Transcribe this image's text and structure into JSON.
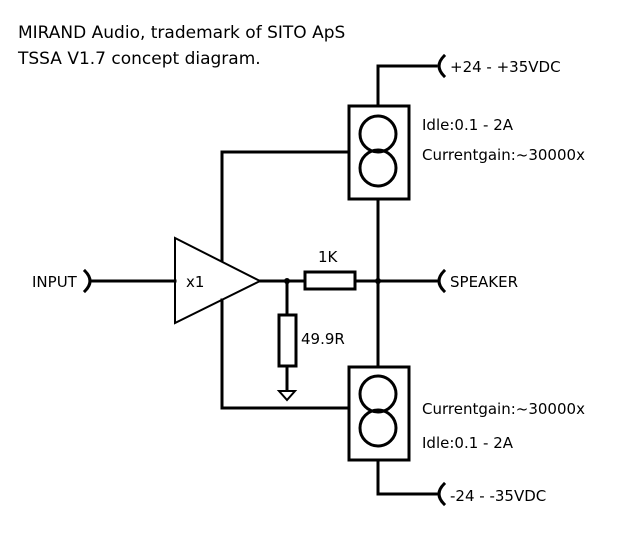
{
  "title": {
    "line1": "MIRAND Audio, trademark of SITO ApS",
    "line2": "TSSA V1.7 concept diagram."
  },
  "terminals": {
    "positive_supply": "+24 - +35VDC",
    "negative_supply": "-24 - -35VDC",
    "input": "INPUT",
    "speaker": "SPEAKER"
  },
  "amplifier": {
    "label": "x1"
  },
  "resistors": {
    "series": "1K",
    "shunt": "49.9R"
  },
  "current_sources": {
    "top": {
      "idle": "Idle:0.1 - 2A",
      "gain": "Currentgain:~30000x"
    },
    "bottom": {
      "gain": "Currentgain:~30000x",
      "idle": "Idle:0.1 - 2A"
    }
  }
}
